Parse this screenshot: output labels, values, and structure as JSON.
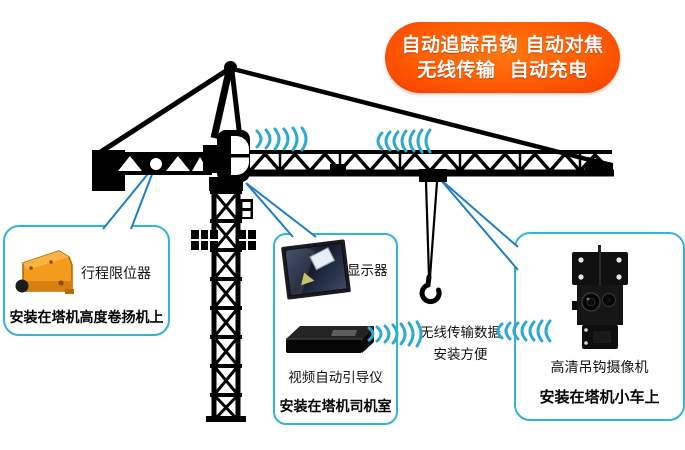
{
  "badge": {
    "line1": "自动追踪吊钩 自动对焦",
    "line2": "无线传输  自动充电"
  },
  "callouts": {
    "left": {
      "device_label": "行程限位器",
      "caption": "安装在塔机高度卷扬机上"
    },
    "middle": {
      "monitor_label": "显示器",
      "device_label": "视频自动引导仪",
      "caption": "安装在塔机司机室"
    },
    "right": {
      "device_label": "高清吊钩摄像机",
      "caption": "安装在塔机小车上"
    }
  },
  "wireless_note": {
    "line1": "无线传输数据",
    "line2": "安装方便"
  },
  "icons": {
    "wifi": "wifi-signal-icon",
    "crane": "tower-crane-illustration",
    "limit_switch": "limit-switch-device-icon",
    "monitor": "monitor-display-icon",
    "guide_box": "video-guide-device-icon",
    "camera": "hook-camera-icon",
    "hook": "crane-hook-icon"
  },
  "colors": {
    "accent_cyan": "#2fa9d2",
    "callout_border": "#35b3d6",
    "pointer_line_blue": "#1d7ec6",
    "badge_orange_center": "#ff7a12",
    "badge_orange_edge": "#f53c00",
    "badge_text": "#ffffff",
    "crane_black": "#000000",
    "device_orange": "#f29b1d"
  }
}
